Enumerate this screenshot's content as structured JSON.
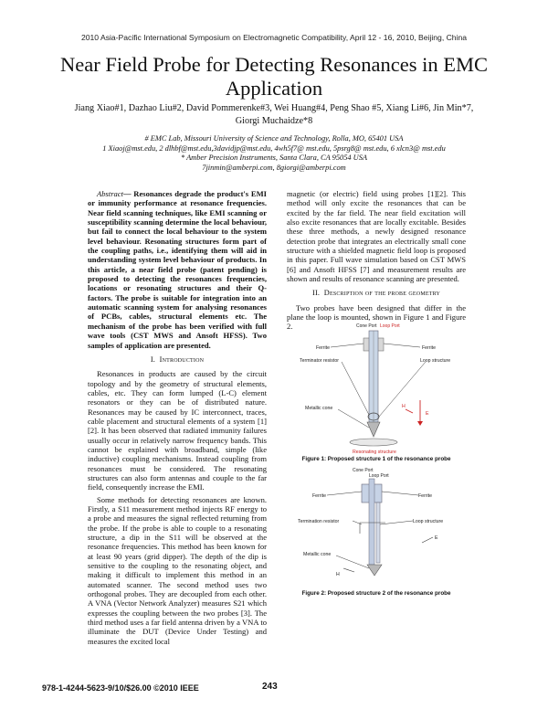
{
  "header": {
    "conference": "2010 Asia-Pacific International Symposium on Electromagnetic Compatibility, April 12 - 16, 2010, Beijing, China"
  },
  "paper": {
    "title": "Near Field Probe for Detecting Resonances in EMC Application",
    "authors_line1": "Jiang Xiao#1, Dazhao Liu#2, David Pommerenke#3, Wei Huang#4, Peng Shao #5, Xiang Li#6, Jin Min*7,",
    "authors_line2": "Giorgi Muchaidze*8",
    "affil1": "# EMC Lab, Missouri University of Science and Technology, Rolla, MO, 65401 USA",
    "emails1": "1 Xiaoj@mst.edu, 2 dlhbf@mst.edu,3davidjp@mst.edu, 4wh5f7@ mst.edu, 5psrg8@ mst.edu, 6 xlcn3@ mst.edu",
    "affil2": "* Amber Precision Instruments, Santa Clara, CA 95054 USA",
    "emails2": "7jinmin@amberpi.com, 8giorgi@amberpi.com"
  },
  "left_column": {
    "abstract_label": "Abstract",
    "abstract_text": "— Resonances degrade the product's EMI or immunity performance at resonance frequencies. Near field scanning techniques, like EMI scanning or susceptibility scanning determine the local behaviour, but fail to connect the local behaviour to the system level behaviour. Resonating structures form part of the coupling paths, i.e., identifying them will aid in understanding system level behaviour of products. In this article, a near field probe (patent pending) is proposed to detecting the resonances frequencies, locations or resonating structures and their Q-factors. The probe is suitable for integration into an automatic scanning system for analysing resonances of PCBs, cables, structural elements etc. The mechanism of the probe has been verified with full wave tools (CST MWS and Ansoft HFSS). Two samples of application are presented.",
    "sec1_num": "I.",
    "sec1_title": "Introduction",
    "p1": "Resonances in products are caused by the circuit topology and by the geometry of structural elements, cables, etc. They can form lumped (L-C) element resonators or they can be of distributed nature. Resonances may be caused by IC interconnect, traces, cable placement and structural elements of a system [1][2]. It has been observed that radiated immunity failures usually occur in relatively narrow frequency bands. This cannot be explained with broadband, simple (like inductive) coupling mechanisms. Instead coupling from resonances must be considered. The resonating structures can also form antennas and couple to the far field, consequently increase the EMI.",
    "p2": "Some methods for detecting resonances are known. Firstly, a S11 measurement method injects RF energy to a probe and measures the signal reflected returning from the probe. If the probe is able to couple to a resonating structure, a dip in the S11 will be observed at the resonance frequencies. This method has been known for at least 90 years (grid dipper). The depth of the dip is sensitive to the coupling to the resonating object, and making it difficult to implement this method in an automated scanner. The second method uses two orthogonal probes. They are decoupled from each other. A VNA (Vector Network Analyzer) measures S21 which expresses the coupling between the two probes [3]. The third method uses a far field antenna driven by a VNA to illuminate the DUT (Device Under Testing) and measures the excited local"
  },
  "right_column": {
    "p1": "magnetic (or electric) field using probes [1][2]. This method will only excite the resonances that can be excited by the far field. The near field excitation will also excite resonances that are locally excitable. Besides these three methods, a newly designed resonance detection probe that integrates an electrically small cone structure with a shielded magnetic field loop is proposed in this paper. Full wave simulation based on CST MWS [6] and Ansoft HFSS [7] and measurement results are shown and results of resonance scanning are presented.",
    "sec2_num": "II.",
    "sec2_title": "Description of the probe geometry",
    "p2": "Two probes have been designed that differ in the plane the loop is mounted, shown in Figure 1 and Figure 2.",
    "fig1_caption": "Figure 1: Proposed structure 1 of the resonance probe",
    "fig2_caption": "Figure 2: Proposed structure 2 of the resonance probe",
    "fig1_labels": [
      "Cone Port",
      "Loop Port",
      "Ferrite",
      "Ferrite",
      "Terminator resistor",
      "Loop structure",
      "Metallic cone",
      "E",
      "H",
      "Resonating structure"
    ],
    "fig2_labels": [
      "Cone Port",
      "Loop Port",
      "Ferrite",
      "Ferrite",
      "Termination resistor",
      "Loop structure",
      "Metallic cone",
      "H",
      "E"
    ]
  },
  "footer": {
    "isbn": "978-1-4244-5623-9/10/$26.00 ©2010 IEEE",
    "page": "243"
  }
}
